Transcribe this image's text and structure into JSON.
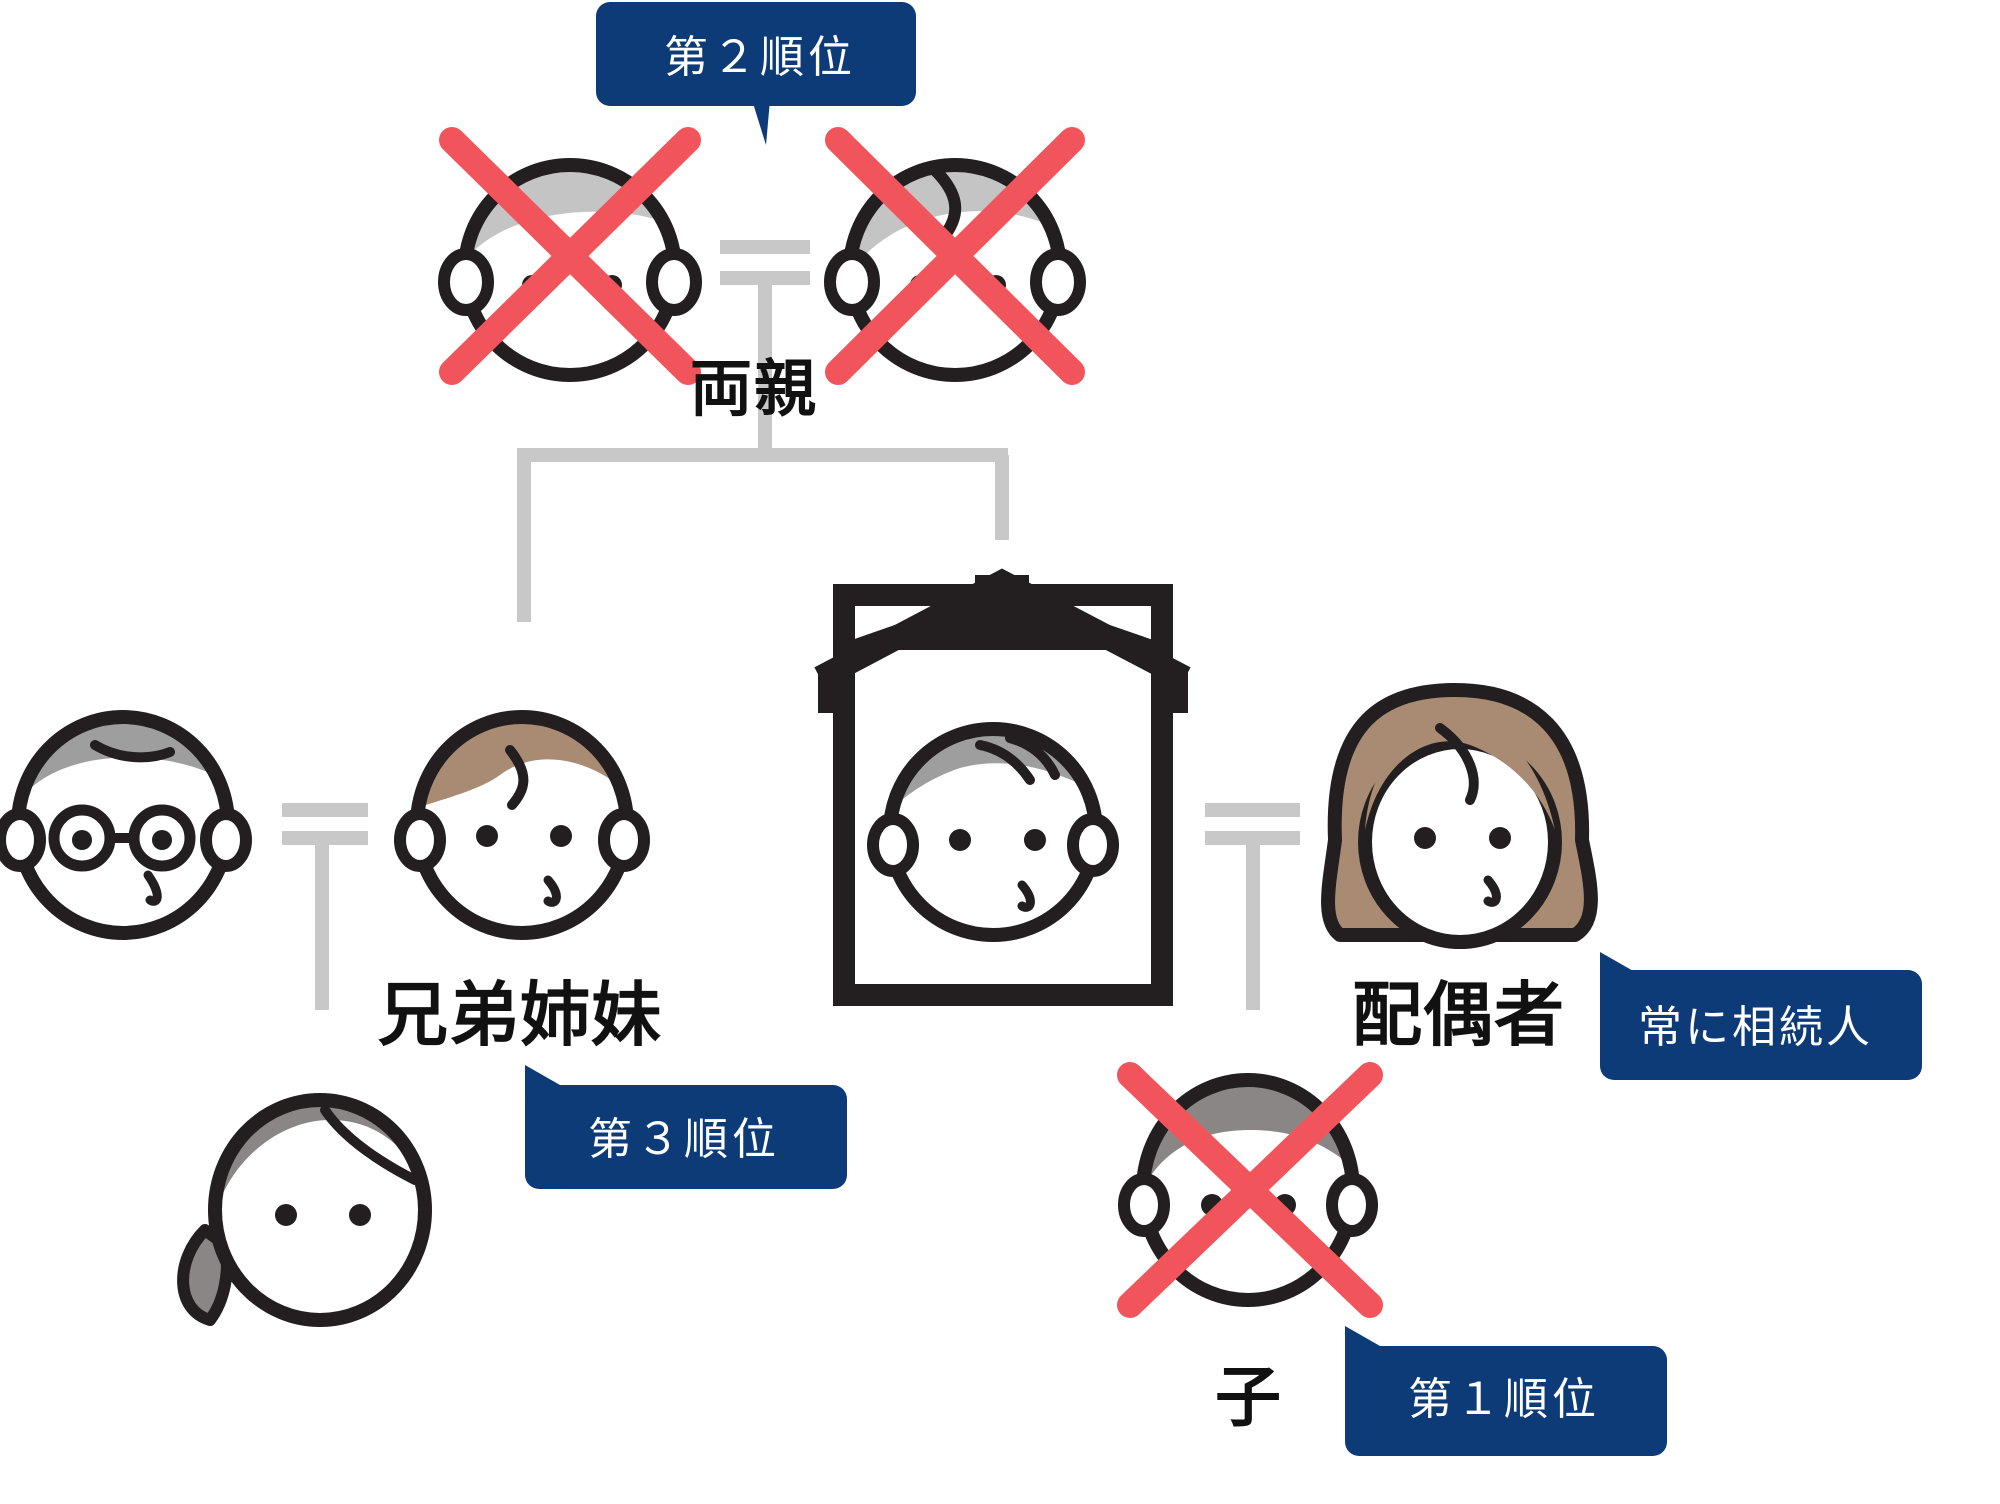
{
  "labels": {
    "parents": "両親",
    "siblings": "兄弟姉妹",
    "spouse": "配偶者",
    "child": "子"
  },
  "badges": {
    "second_rank": "第２順位",
    "third_rank": "第３順位",
    "spouse_always": "常に相続人",
    "first_rank": "第１順位"
  },
  "colors": {
    "badge_bg": "#0D3B78",
    "badge_text": "#ffffff",
    "cross": "#F2545B",
    "line": "#C8C8C8",
    "outline": "#231F20",
    "hair_gray": "#9E9E9E",
    "hair_brown": "#A98B73",
    "hair_dark_gray": "#8A8686"
  }
}
